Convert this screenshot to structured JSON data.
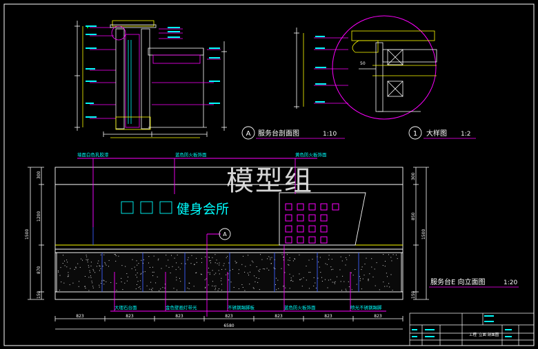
{
  "watermark": "模型组",
  "section_title": {
    "badge": "A",
    "name": "服务台剖面图",
    "scale": "1:10"
  },
  "detail_title": {
    "badge": "1",
    "name": "大样图",
    "scale": "1:2"
  },
  "elevation_title": {
    "name": "服务台E 向立面图",
    "scale": "1:20"
  },
  "section_marker": "A",
  "detail_marker": "1",
  "signage_text": "健身会所",
  "top_callouts": [
    "墙面白色乳胶漆",
    "蓝色防火板饰面",
    "黄色防火板饰面"
  ],
  "bottom_callouts": [
    "大理石台面",
    "金色壁画灯带光",
    "不锈钢踢脚板",
    "蓝色防火板饰面",
    "喷光不锈钢踢脚"
  ],
  "dim_left": [
    "1500",
    "300",
    "1200",
    "870",
    "150"
  ],
  "dim_right": [
    "300",
    "850",
    "1500",
    "150"
  ],
  "dim_bottom_segments": [
    "823",
    "823",
    "823",
    "823",
    "823",
    "823",
    "823"
  ],
  "dim_bottom_total": "6580",
  "detail_dim": "50",
  "title_block": {
    "project": "工程",
    "drawing": "立面 剖面图"
  },
  "colors": {
    "line": "#ffffff",
    "cyan": "#00ffff",
    "magenta": "#ff00ff",
    "yellow": "#ffff00",
    "green": "#00ff00",
    "blue": "#3a5fff"
  }
}
